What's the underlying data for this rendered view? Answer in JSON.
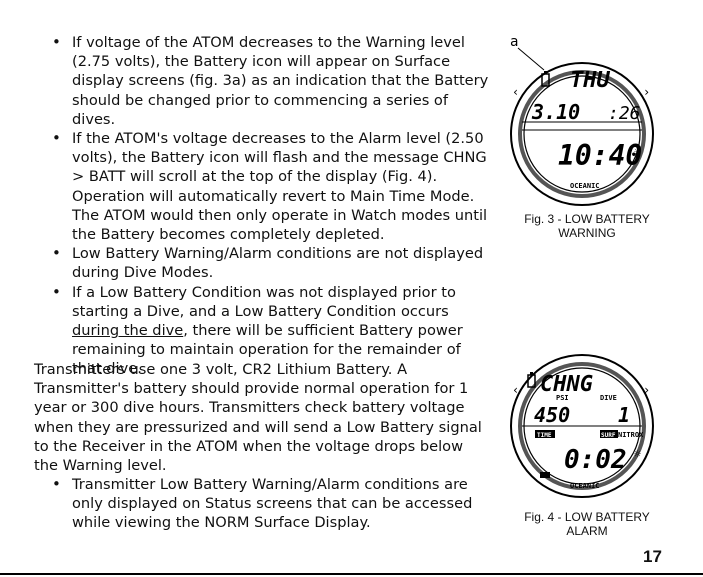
{
  "bullets_top": [
    "If voltage of the ATOM decreases to the Warning level (2.75 volts), the Battery icon will appear on Surface display screens (fig. 3a) as an indication that the Battery should be changed prior to commencing a series of dives.",
    "If the ATOM's voltage decreases to the Alarm level (2.50 volts), the Battery icon will flash and the message CHNG > BATT will scroll at the top of the display (Fig. 4).  Operation will automatically revert to Main Time Mode.  The ATOM would then only operate in Watch modes until the Battery becomes completely depleted.",
    "Low Battery Warning/Alarm conditions are not displayed during Dive Modes."
  ],
  "bullet4": {
    "before": "If a Low Battery Condition was not displayed prior to starting a Dive, and a Low Battery Condition occurs ",
    "underlined": "during the dive",
    "after": ", there will be sufficient Battery power remaining to maintain operation for the remainder of that dive."
  },
  "paragraph": "Transmitters use one 3 volt, CR2 Lithium Battery.  A Transmitter's battery should provide normal operation for 1 year or 300 dive hours.  Transmitters check battery voltage when they are pressurized and will send a Low Battery signal to the Receiver in the ATOM when the voltage drops below the Warning level.",
  "bullet_bottom": "Transmitter Low Battery Warning/Alarm conditions are only displayed on Status screens that can be accessed while viewing the NORM Surface Display.",
  "fig3": {
    "callout": "a",
    "day": "THU",
    "date": "3.10",
    "secs": ":26",
    "time": "10:40",
    "brand": "OCEANIC",
    "caption_line1": "Fig. 3 - LOW BATTERY",
    "caption_line2": "WARNING"
  },
  "fig4": {
    "msg": "CHNG",
    "psi_label": "PSI",
    "dive_label": "DIVE",
    "pressure": "450",
    "dive_no": "1",
    "time_label": "TIME",
    "surf_label": "SURF",
    "nitrox_label": "NITROX",
    "time": "0:02",
    "brand": "OCEANIC",
    "caption_line1": "Fig. 4 - LOW BATTERY",
    "caption_line2": "ALARM"
  },
  "page_number": "17"
}
